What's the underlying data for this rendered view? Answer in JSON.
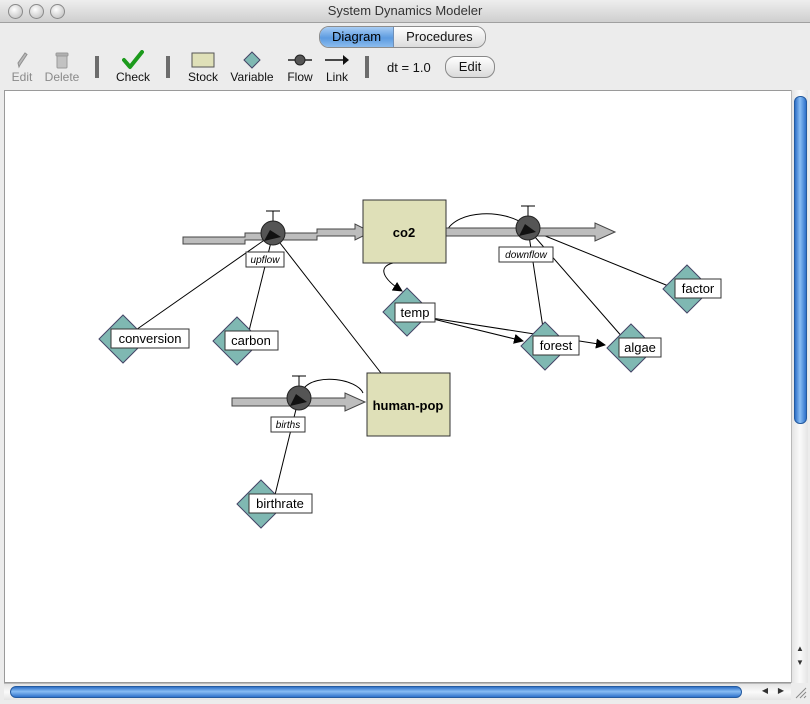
{
  "window": {
    "title": "System Dynamics Modeler"
  },
  "tabs": [
    {
      "label": "Diagram",
      "active": true
    },
    {
      "label": "Procedures",
      "active": false
    }
  ],
  "toolbar": {
    "edit_label": "Edit",
    "delete_label": "Delete",
    "check_label": "Check",
    "stock_label": "Stock",
    "variable_label": "Variable",
    "flow_label": "Flow",
    "link_label": "Link",
    "dt_label": "dt = 1.0",
    "dt_edit_label": "Edit"
  },
  "diagram": {
    "stocks": [
      {
        "label": "co2"
      },
      {
        "label": "human-pop"
      }
    ],
    "flows": [
      {
        "label": "upflow"
      },
      {
        "label": "downflow"
      },
      {
        "label": "births"
      }
    ],
    "variables": [
      {
        "label": "conversion"
      },
      {
        "label": "carbon"
      },
      {
        "label": "temp"
      },
      {
        "label": "forest"
      },
      {
        "label": "algae"
      },
      {
        "label": "factor"
      },
      {
        "label": "birthrate"
      }
    ]
  },
  "colors": {
    "stock_fill": "#dfe0b8",
    "variable_fill": "#7fb8b2",
    "tab_active": "#5c9be0",
    "scroll_thumb": "#3b7fd6"
  }
}
